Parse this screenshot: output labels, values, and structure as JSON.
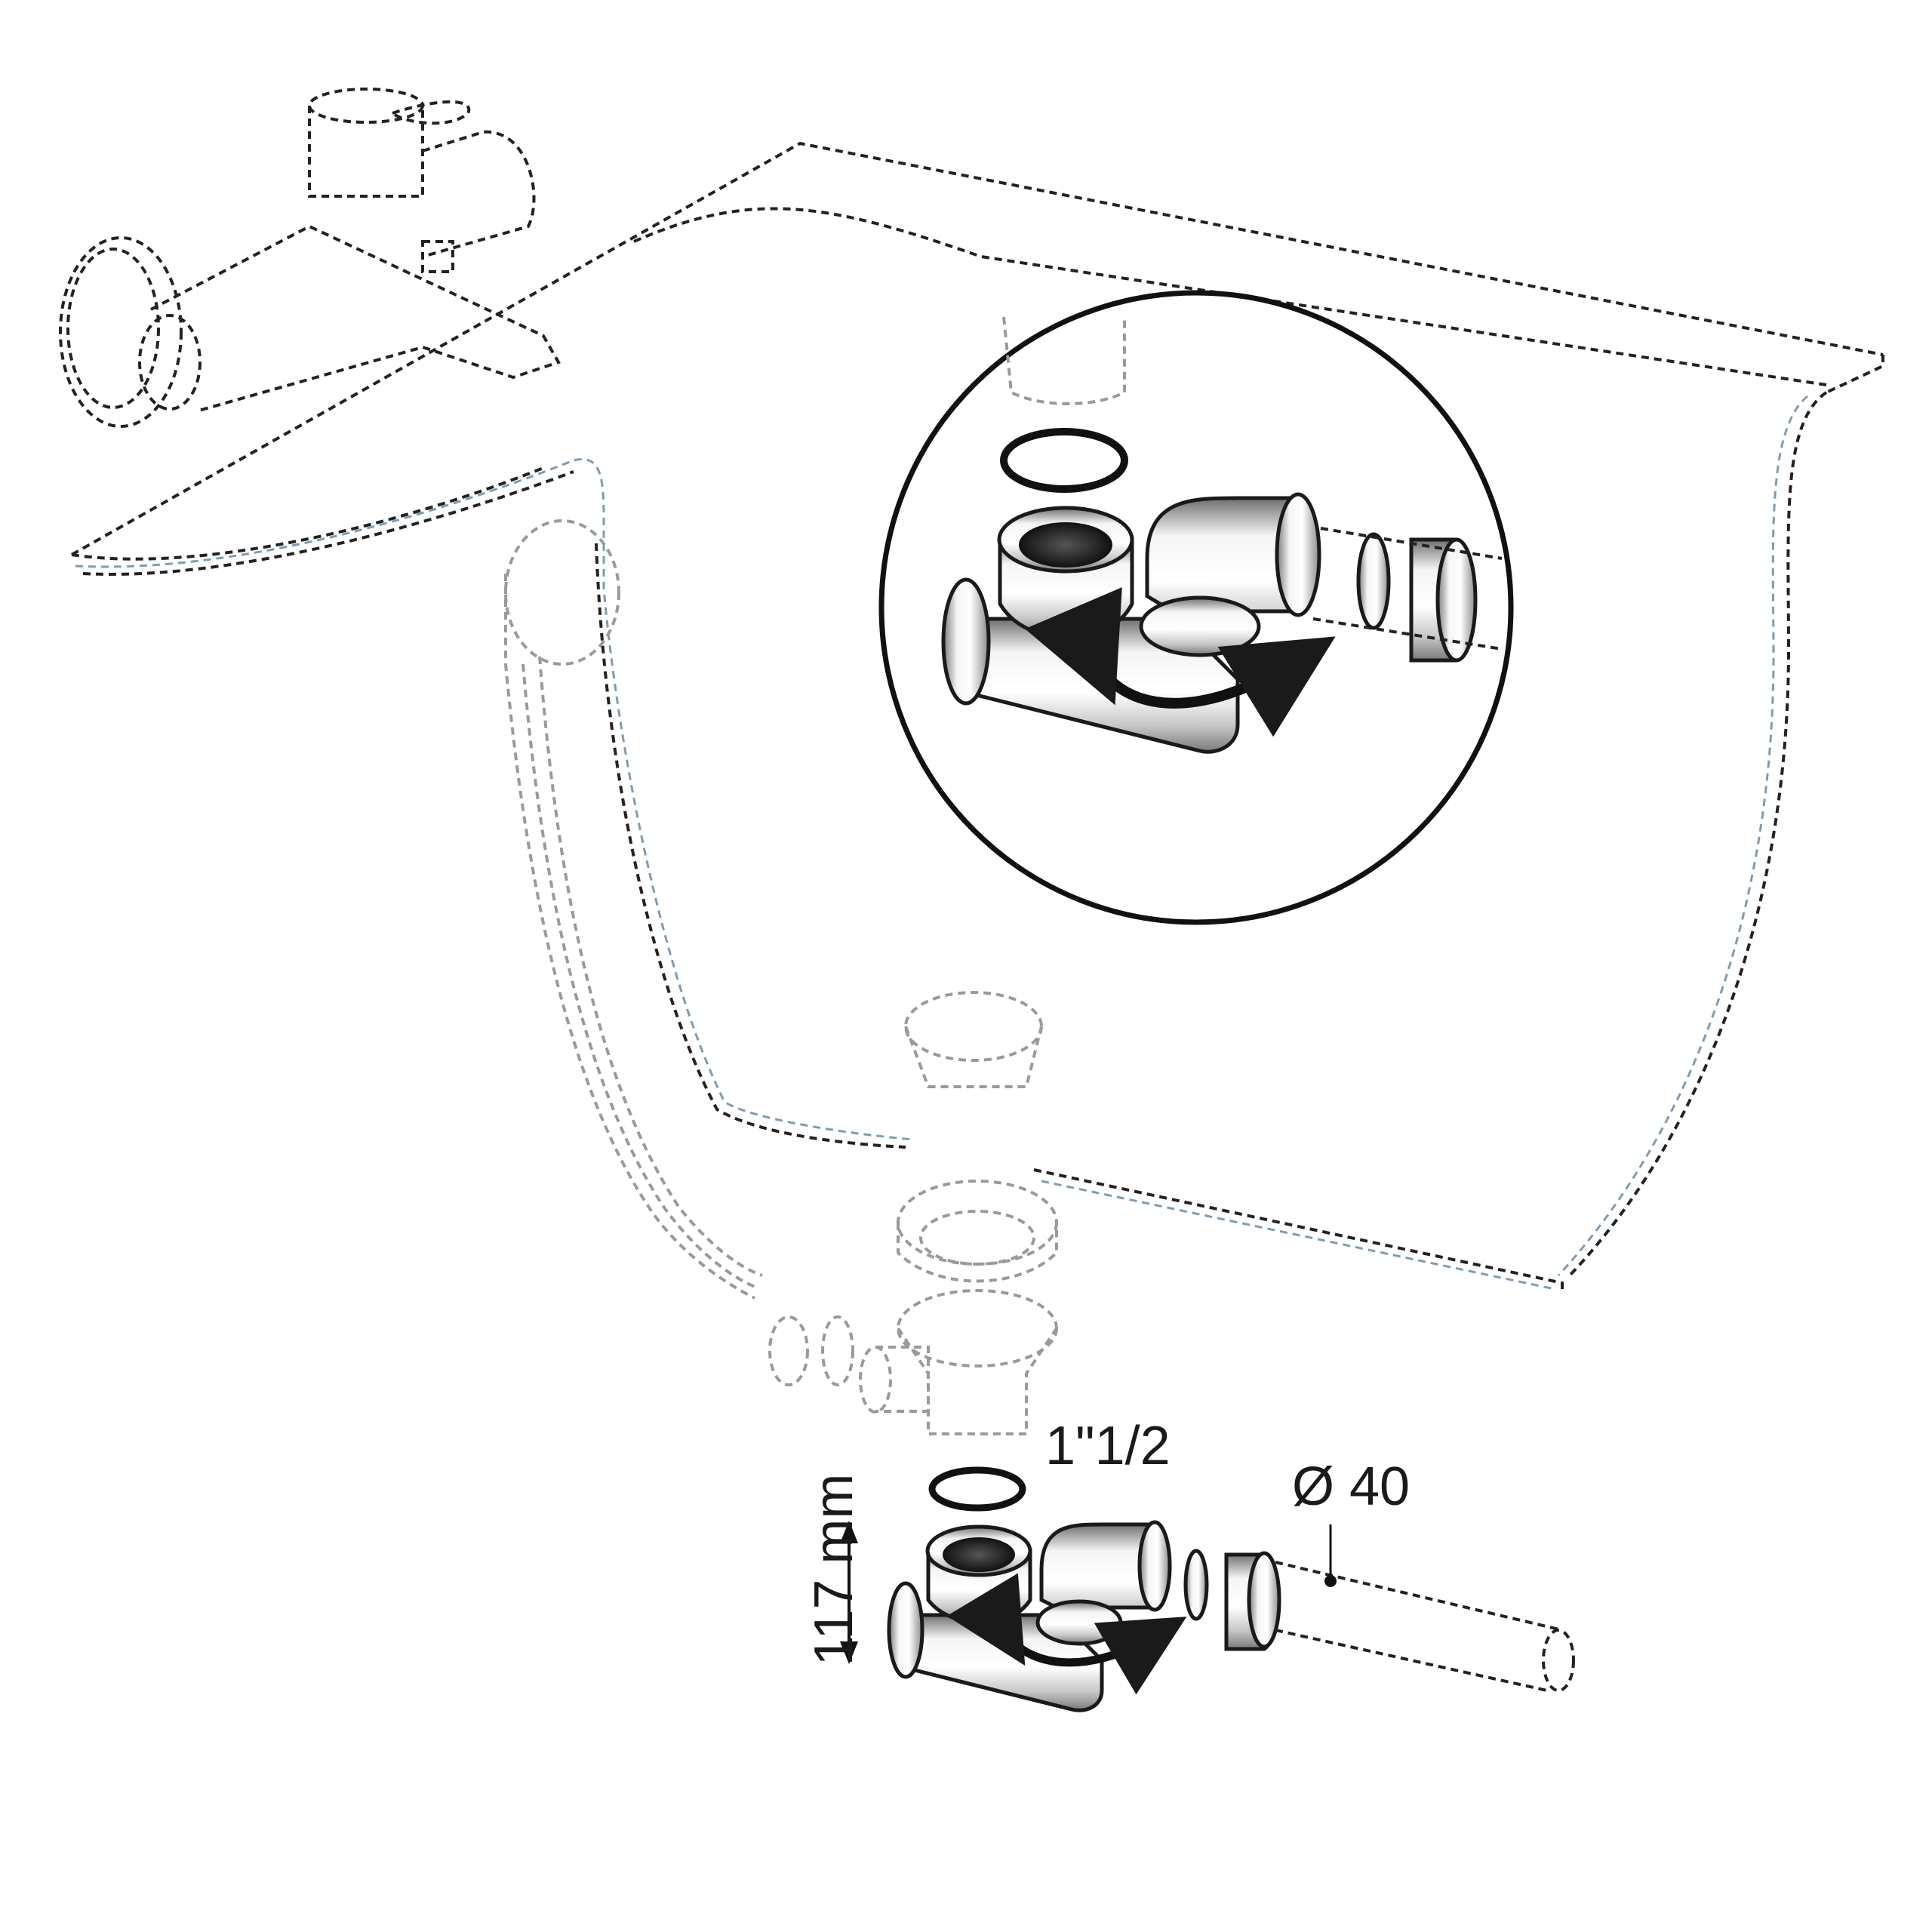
{
  "labels": {
    "thread_size": "1\"1/2",
    "pipe_diameter": "Ø 40",
    "height": "117 mm"
  },
  "colors": {
    "ink": "#1a1a1a",
    "ghost_line": "#9a9a9a",
    "tub_edge_blue": "#7f9bb3",
    "chrome_light": "#f5f5f5",
    "chrome_dark": "#6e6e6e"
  },
  "icons": {
    "rotation_arrow": "curved-double-arrow-icon",
    "dimension_arrow": "double-headed-arrow-icon"
  }
}
